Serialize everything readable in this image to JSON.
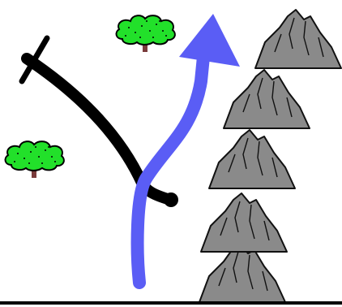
{
  "map": {
    "background": "#ffffff",
    "colors": {
      "route_arrow": "#5a5df5",
      "road": "#000000",
      "mountain_fill": "#8a8a8a",
      "mountain_stroke": "#111111",
      "tree_foliage": "#22e02a",
      "tree_trunk": "#7a3b3b",
      "ground_line": "#000000"
    },
    "elements": [
      {
        "name": "route-arrow",
        "icon": "blue-arrow-up"
      },
      {
        "name": "black-road",
        "icon": "road-with-barrier"
      },
      {
        "name": "road-barrier-icon",
        "icon": "barrier-cross-bar"
      },
      {
        "name": "road-end-dot",
        "icon": "dot"
      },
      {
        "name": "tree-icon",
        "icon": "tree",
        "count": 2
      },
      {
        "name": "mountain-icon",
        "icon": "mountain",
        "count": 5
      },
      {
        "name": "ground-line",
        "icon": "horizontal-line"
      }
    ]
  }
}
